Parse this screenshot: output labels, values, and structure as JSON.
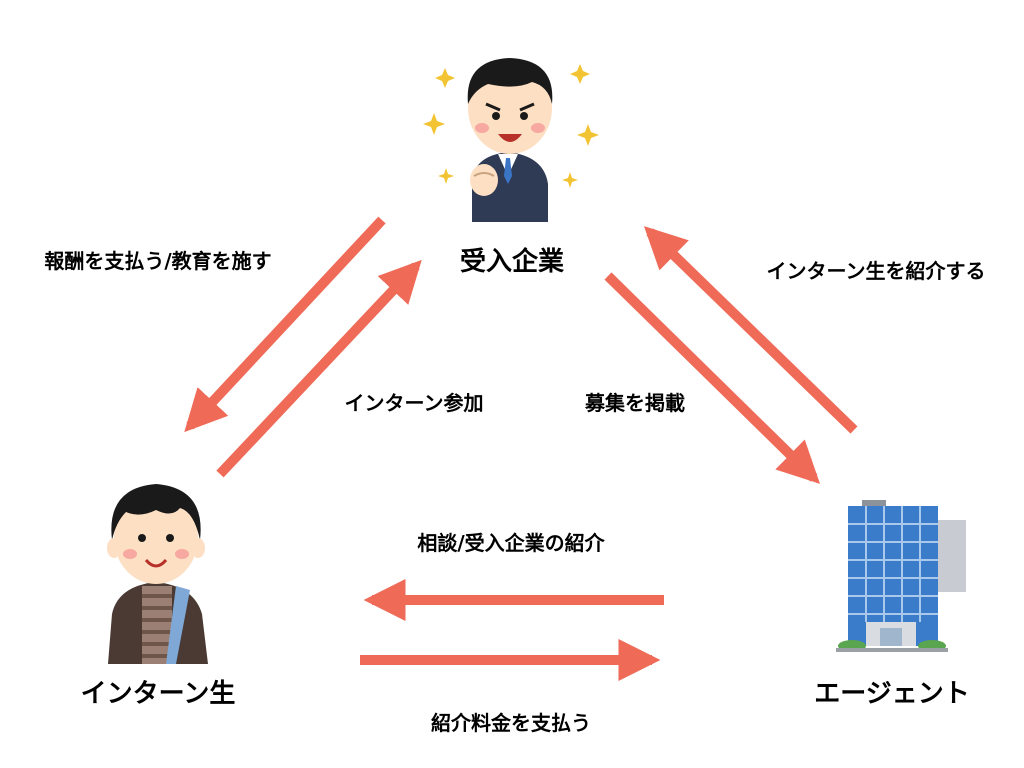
{
  "nodes": {
    "company": {
      "label": "受入企業",
      "icon": "businessman-icon"
    },
    "intern": {
      "label": "インターン生",
      "icon": "student-icon"
    },
    "agent": {
      "label": "エージェント",
      "icon": "office-building-icon"
    }
  },
  "edges": {
    "company_to_intern": {
      "label": "報酬を支払う/教育を施す"
    },
    "intern_to_company": {
      "label": "インターン参加"
    },
    "company_to_agent": {
      "label": "募集を掲載"
    },
    "agent_to_company": {
      "label": "インターン生を紹介する"
    },
    "agent_to_intern": {
      "label": "相談/受入企業の紹介"
    },
    "intern_to_agent": {
      "label": "紹介料金を支払う"
    }
  },
  "colors": {
    "arrow": "#ef6a57",
    "suit": "#2f3a55",
    "skin": "#fde0c4",
    "building_glass": "#3a7cc9"
  }
}
